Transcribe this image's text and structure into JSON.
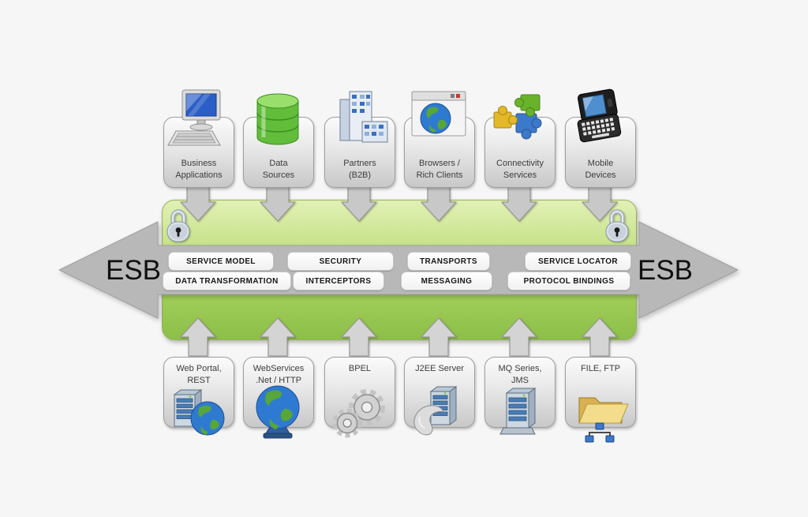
{
  "esb_bus": {
    "left_label": "ESB",
    "right_label": "ESB",
    "capabilities_row1": [
      "SERVICE MODEL",
      "SECURITY",
      "TRANSPORTS",
      "SERVICE LOCATOR"
    ],
    "capabilities_row2": [
      "DATA TRANSFORMATION",
      "INTERCEPTORS",
      "MESSAGING",
      "PROTOCOL BINDINGS"
    ]
  },
  "top_nodes": [
    {
      "line1": "Business",
      "line2": "Applications",
      "icon": "computer-icon"
    },
    {
      "line1": "Data",
      "line2": "Sources",
      "icon": "database-icon"
    },
    {
      "line1": "Partners",
      "line2": "(B2B)",
      "icon": "buildings-icon"
    },
    {
      "line1": "Browsers /",
      "line2": "Rich Clients",
      "icon": "browser-globe-icon"
    },
    {
      "line1": "Connectivity",
      "line2": "Services",
      "icon": "puzzle-icon"
    },
    {
      "line1": "Mobile",
      "line2": "Devices",
      "icon": "mobile-device-icon"
    }
  ],
  "bottom_nodes": [
    {
      "line1": "Web Portal,",
      "line2": "REST",
      "icon": "server-globe-icon"
    },
    {
      "line1": "WebServices",
      "line2": ".Net / HTTP",
      "icon": "globe-stand-icon"
    },
    {
      "line1": "BPEL",
      "line2": "",
      "icon": "gears-icon"
    },
    {
      "line1": "J2EE Server",
      "line2": "",
      "icon": "bean-server-icon"
    },
    {
      "line1": "MQ Series,",
      "line2": "JMS",
      "icon": "server-tower-icon"
    },
    {
      "line1": "FILE, FTP",
      "line2": "",
      "icon": "folder-network-icon"
    }
  ],
  "colors": {
    "background": "#f6f6f6",
    "bus_gray": "#b8b8b8",
    "green_band_top": "#e1f1b5",
    "green_band_bottom": "#8cbf49",
    "node_border": "#9e9e9e",
    "pill_background": "#ffffff"
  }
}
